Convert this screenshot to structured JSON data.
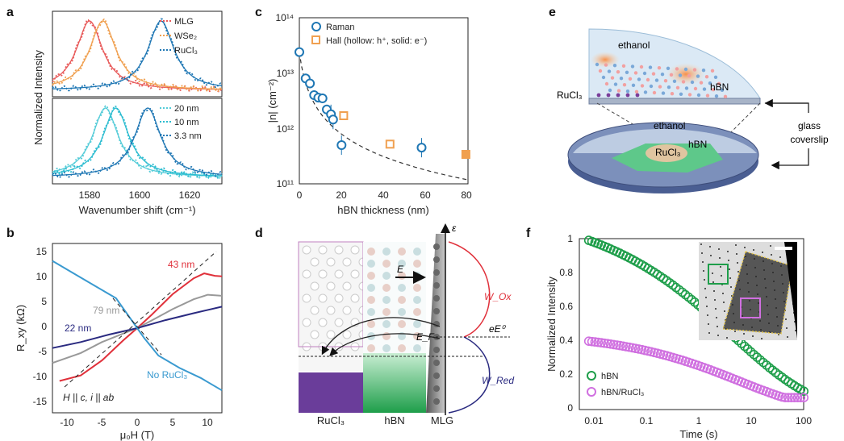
{
  "panels": {
    "a": {
      "label": "a",
      "ylabel": "Normalized Intensity",
      "xlabel": "Wavenumber shift (cm⁻¹)",
      "xticks": [
        "1580",
        "1600",
        "1620"
      ],
      "legend_top": [
        "MLG",
        "WSe₂",
        "RuCl₃"
      ],
      "legend_bottom": [
        "20 nm",
        "10 nm",
        "3.3 nm"
      ]
    },
    "b": {
      "label": "b",
      "ylabel": "R_xy (kΩ)",
      "xlabel": "μ₀H (T)",
      "xticks": [
        "-10",
        "-5",
        "0",
        "5",
        "10"
      ],
      "yticks": [
        "15",
        "10",
        "5",
        "0",
        "-5",
        "-10",
        "-15"
      ],
      "curve_labels": [
        "43 nm",
        "79 nm",
        "22 nm",
        "No RuCl₃"
      ],
      "annotation": "H || c, i || ab"
    },
    "c": {
      "label": "c",
      "ylabel": "|n| (cm⁻²)",
      "xlabel": "hBN thickness (nm)",
      "xticks": [
        "0",
        "20",
        "40",
        "60",
        "80"
      ],
      "yticks": [
        "10¹⁴",
        "10¹³",
        "10¹²",
        "10¹¹"
      ],
      "legend": [
        "Raman",
        "Hall (hollow: h⁺, solid: e⁻)"
      ]
    },
    "d": {
      "label": "d",
      "labels": [
        "RuCl₃",
        "hBN",
        "MLG"
      ],
      "axis_label": "ε",
      "annotations": [
        "E",
        "E_F",
        "eE⁰",
        "W_Ox",
        "W_Red"
      ]
    },
    "e": {
      "label": "e",
      "labels": [
        "ethanol",
        "hBN",
        "RuCl₃",
        "ethanol",
        "RuCl₃",
        "hBN",
        "glass",
        "coverslip"
      ]
    },
    "f": {
      "label": "f",
      "ylabel": "Normalized Intensity",
      "xlabel": "Time (s)",
      "xticks": [
        "0.01",
        "0.1",
        "1",
        "10",
        "100"
      ],
      "yticks": [
        "1",
        "0.8",
        "0.6",
        "0.4",
        "0.2",
        "0"
      ],
      "legend": [
        "hBN",
        "hBN/RuCl₃"
      ]
    }
  },
  "colors": {
    "red": "#e0303a",
    "orange": "#f0a050",
    "blue": "#1f77b4",
    "cyan": "#2bbcd0",
    "grey": "#999999",
    "navy": "#2a2a80",
    "green": "#1e9e4a",
    "violet": "#d070e0",
    "purple": "#6a3d9a"
  },
  "chart_data": [
    {
      "type": "line",
      "panel": "a-top",
      "x_range": [
        1568,
        1632
      ],
      "series": [
        {
          "name": "MLG",
          "peak_x": 1582
        },
        {
          "name": "WSe₂",
          "peak_x": 1587
        },
        {
          "name": "RuCl₃",
          "peak_x": 1609
        }
      ]
    },
    {
      "type": "line",
      "panel": "a-bottom",
      "x_range": [
        1568,
        1632
      ],
      "series": [
        {
          "name": "20 nm",
          "peak_x": 1588
        },
        {
          "name": "10 nm",
          "peak_x": 1592
        },
        {
          "name": "3.3 nm",
          "peak_x": 1604
        }
      ]
    },
    {
      "type": "line",
      "panel": "b",
      "x_range": [
        -12,
        12
      ],
      "y_range": [
        -17,
        17
      ],
      "series": [
        {
          "name": "43 nm",
          "points": [
            [
              -11,
              -10.6
            ],
            [
              -8,
              -9.5
            ],
            [
              -5,
              -6.5
            ],
            [
              -2,
              -2.5
            ],
            [
              0,
              0
            ],
            [
              2,
              2.6
            ],
            [
              5,
              6.8
            ],
            [
              8,
              10.0
            ],
            [
              9.5,
              11.0
            ],
            [
              11,
              10.5
            ],
            [
              12,
              10.4
            ]
          ]
        },
        {
          "name": "79 nm",
          "points": [
            [
              -12,
              -7.0
            ],
            [
              -8,
              -5.0
            ],
            [
              -5,
              -2.8
            ],
            [
              -2,
              -1.1
            ],
            [
              0,
              0
            ],
            [
              2,
              1.5
            ],
            [
              5,
              3.8
            ],
            [
              8,
              5.8
            ],
            [
              10,
              6.7
            ],
            [
              12,
              6.5
            ]
          ]
        },
        {
          "name": "22 nm",
          "points": [
            [
              -12,
              -4.0
            ],
            [
              -8,
              -2.8
            ],
            [
              -4,
              -1.3
            ],
            [
              0,
              0
            ],
            [
              4,
              1.6
            ],
            [
              8,
              3.0
            ],
            [
              12,
              4.3
            ]
          ]
        },
        {
          "name": "No RuCl₃",
          "points": [
            [
              -12,
              13.5
            ],
            [
              -9,
              11.0
            ],
            [
              -6,
              8.5
            ],
            [
              -3,
              6.0
            ],
            [
              -1,
              2.0
            ],
            [
              0,
              0
            ],
            [
              1,
              -2.0
            ],
            [
              3,
              -5.5
            ],
            [
              6,
              -8.0
            ],
            [
              9,
              -10.0
            ],
            [
              12,
              -12.5
            ]
          ]
        }
      ]
    },
    {
      "type": "scatter",
      "panel": "c",
      "x_range": [
        0,
        80
      ],
      "y_log_range": [
        11,
        14
      ],
      "series": [
        {
          "name": "Raman",
          "points": [
            [
              0,
              24000000000000.0
            ],
            [
              3,
              8000000000000.0
            ],
            [
              5,
              6500000000000.0
            ],
            [
              7,
              4000000000000.0
            ],
            [
              9,
              3600000000000.0
            ],
            [
              11,
              3500000000000.0
            ],
            [
              13,
              2200000000000.0
            ],
            [
              15,
              1800000000000.0
            ],
            [
              16,
              1450000000000.0
            ],
            [
              20,
              500000000000.0
            ],
            [
              58,
              450000000000.0
            ]
          ]
        },
        {
          "name": "Hall (hollow: h⁺, solid: e⁻)",
          "points": [
            [
              21,
              1700000000000.0
            ],
            [
              43,
              520000000000.0
            ],
            [
              79,
              340000000000.0
            ]
          ]
        }
      ]
    },
    {
      "type": "scatter",
      "panel": "f",
      "x_log_range": [
        -2.2,
        2
      ],
      "y_range": [
        0,
        1
      ],
      "series": [
        {
          "name": "hBN"
        },
        {
          "name": "hBN/RuCl₃"
        }
      ]
    }
  ]
}
